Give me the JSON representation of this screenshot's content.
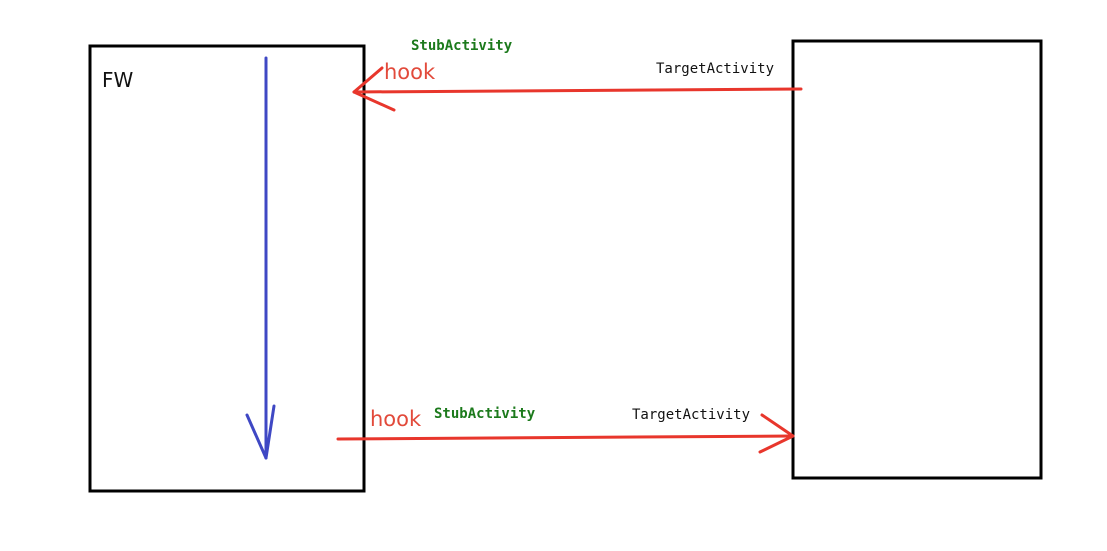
{
  "diagram": {
    "left_box": {
      "label": "FW"
    },
    "top_flow": {
      "hook_label": "hook",
      "stub_label": "StubActivity",
      "target_label": "TargetActivity"
    },
    "bottom_flow": {
      "hook_label": "hook",
      "stub_label": "StubActivity",
      "target_label": "TargetActivity"
    }
  },
  "colors": {
    "box_stroke": "#000000",
    "flow_arrow": "#e8362c",
    "hook_text": "#e24a3b",
    "stub_text": "#1c7a1c",
    "target_text": "#111111",
    "vertical_arrow": "#3f48c4"
  }
}
